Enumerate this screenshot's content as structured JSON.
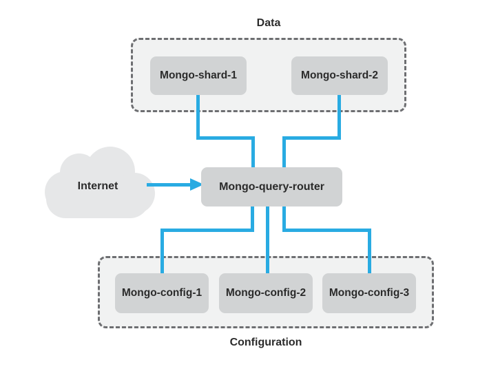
{
  "diagram": {
    "type": "architecture-diagram",
    "subject": "MongoDB sharded cluster",
    "groups": {
      "data": {
        "label": "Data",
        "nodes": [
          "Mongo-shard-1",
          "Mongo-shard-2"
        ]
      },
      "configuration": {
        "label": "Configuration",
        "nodes": [
          "Mongo-config-1",
          "Mongo-config-2",
          "Mongo-config-3"
        ]
      }
    },
    "nodes": {
      "shard1": "Mongo-shard-1",
      "shard2": "Mongo-shard-2",
      "router": "Mongo-query-router",
      "config1": "Mongo-config-1",
      "config2": "Mongo-config-2",
      "config3": "Mongo-config-3"
    },
    "cloud": {
      "label": "Internet"
    },
    "edges": [
      {
        "from": "Internet",
        "to": "Mongo-query-router",
        "style": "arrow"
      },
      {
        "from": "Mongo-shard-1",
        "to": "Mongo-query-router",
        "style": "line"
      },
      {
        "from": "Mongo-shard-2",
        "to": "Mongo-query-router",
        "style": "line"
      },
      {
        "from": "Mongo-query-router",
        "to": "Mongo-config-1",
        "style": "line"
      },
      {
        "from": "Mongo-query-router",
        "to": "Mongo-config-2",
        "style": "line"
      },
      {
        "from": "Mongo-query-router",
        "to": "Mongo-config-3",
        "style": "line"
      }
    ],
    "colors": {
      "connector": "#29abe2",
      "node_fill": "#d1d3d4",
      "group_fill": "#f1f2f2",
      "group_border": "#6d6e71",
      "cloud_fill": "#e6e7e8",
      "text": "#2b2b2b",
      "background": "#ffffff"
    }
  }
}
